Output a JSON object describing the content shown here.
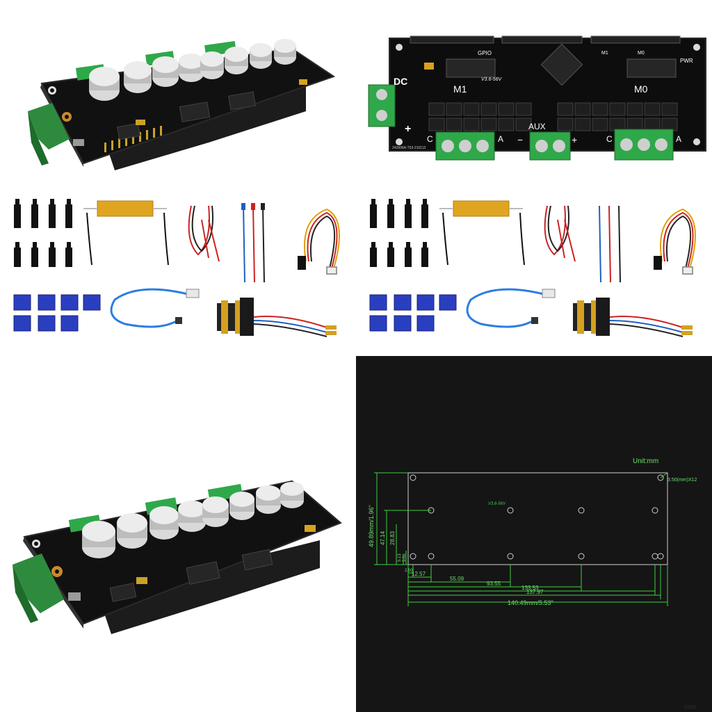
{
  "board_top": {
    "labels": {
      "dc": "DC",
      "plus": "+",
      "minus": "−",
      "plus2": "+",
      "gpio": "GPIO",
      "m1": "M1",
      "m0": "M0",
      "m1_small": "M1",
      "m0_small": "M0",
      "pwr": "PWR",
      "aux": "AUX",
      "c1": "C",
      "a1": "A",
      "c2": "C",
      "a2": "A",
      "version": "V3.6-56V",
      "serial": "242606A-T53-210113"
    }
  },
  "drawing": {
    "unit": "Unit:mm",
    "hole_note": "3.50(mm)X12",
    "version": "V3.6-56V",
    "height": "49.89mm/1.96\"",
    "v_47": "47.14",
    "v_28": "28.83",
    "v_5a": "5.13",
    "v_5b": "5.06",
    "h_2": "2.50",
    "h_12": "12.57",
    "h_55": "55.09",
    "h_93": "93.55",
    "h_133": "133.53",
    "h_137": "137.97",
    "width": "140.49mm/5.53\"",
    "colors": {
      "lines": "#3ecf3e",
      "text": "#6fe06f",
      "outline": "#cfcfcf"
    }
  },
  "watermark": "89lf8"
}
